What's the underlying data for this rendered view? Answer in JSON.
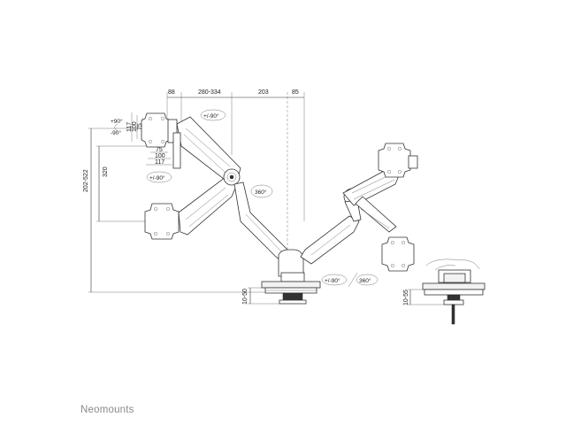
{
  "brand": {
    "name": "Neomounts"
  },
  "dimensions": {
    "top": [
      "88",
      "280-334",
      "203",
      "85"
    ],
    "left_height": "202-522",
    "left_inner": "320",
    "vesa_vertical": [
      "117",
      "100",
      "75"
    ],
    "vesa_horizontal": [
      "75",
      "100",
      "117"
    ],
    "clamp_left": "10-50",
    "clamp_right": "10-55"
  },
  "rotation": {
    "tilt_up": "+90°",
    "tilt_down": "-90°",
    "swivel_top": "+/-90°",
    "swivel_left_mid": "+/-90°",
    "rotate_left": "360°",
    "swivel_base": "+/-90°",
    "rotate_base": "360°"
  }
}
